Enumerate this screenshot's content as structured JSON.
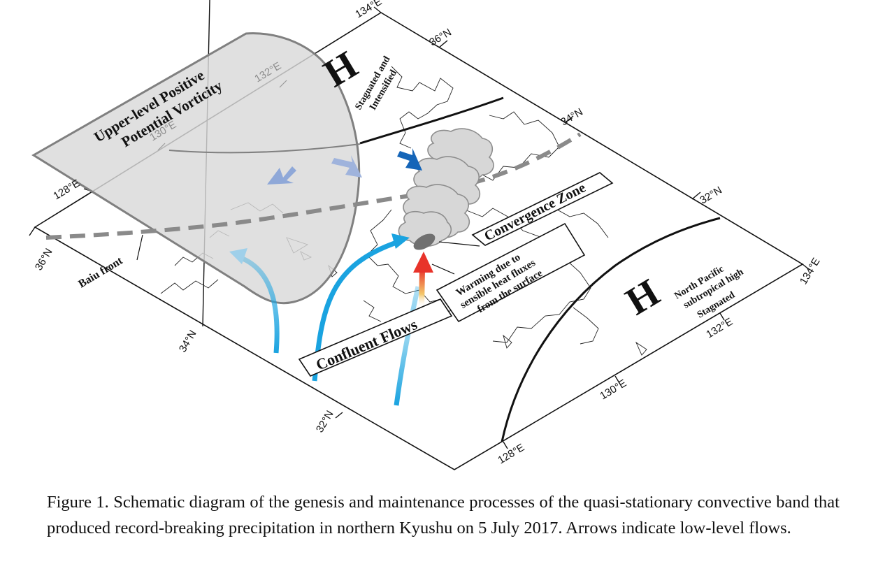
{
  "figure": {
    "pv_label": [
      "Upper-level Positive",
      "Potential Vorticity"
    ],
    "high_north": {
      "symbol": "H",
      "label": [
        "Stagnated and",
        "Intensified"
      ]
    },
    "high_pacific": {
      "symbol": "H",
      "label": [
        "North Pacific",
        "subtropical high",
        "Stagnated"
      ]
    },
    "convergence_label": "Convergence Zone",
    "warming_label": [
      "Warming due to",
      "sensible heat fluxes",
      "from the surface"
    ],
    "confluent_label": "Confluent Flows",
    "baiu_label": "Baiu front",
    "ticks": {
      "top_lon": "134°E",
      "top_lat": "36°N",
      "upper_lat": "34°N",
      "right_lat": "32°N",
      "right_lon": "134°E",
      "left_lon": "128°E",
      "left_lat": "36°N",
      "mid_lat": "34°N",
      "bottom_lat": "32°N",
      "bottom_lon1": "128°E",
      "bottom_lon2": "130°E",
      "bottom_lon3": "132°E",
      "pv_lon1": "132°E",
      "pv_lon2": "130°E"
    },
    "colors": {
      "pv_fill": "#d9d9d9",
      "pv_edge": "#808080",
      "flow_blue": "#1aa3e0",
      "arrow_dark_blue": "#1565b8",
      "arrow_light_blue": "#8fa8d8",
      "front_gray": "#8a8a8a",
      "warming_red": "#e8332a",
      "warming_orange": "#f4a21e"
    }
  },
  "caption": "Figure 1. Schematic diagram of the genesis and maintenance processes of the quasi-stationary convective band that produced record-breaking precipitation in northern Kyushu on 5 July 2017. Arrows indicate low-level flows."
}
